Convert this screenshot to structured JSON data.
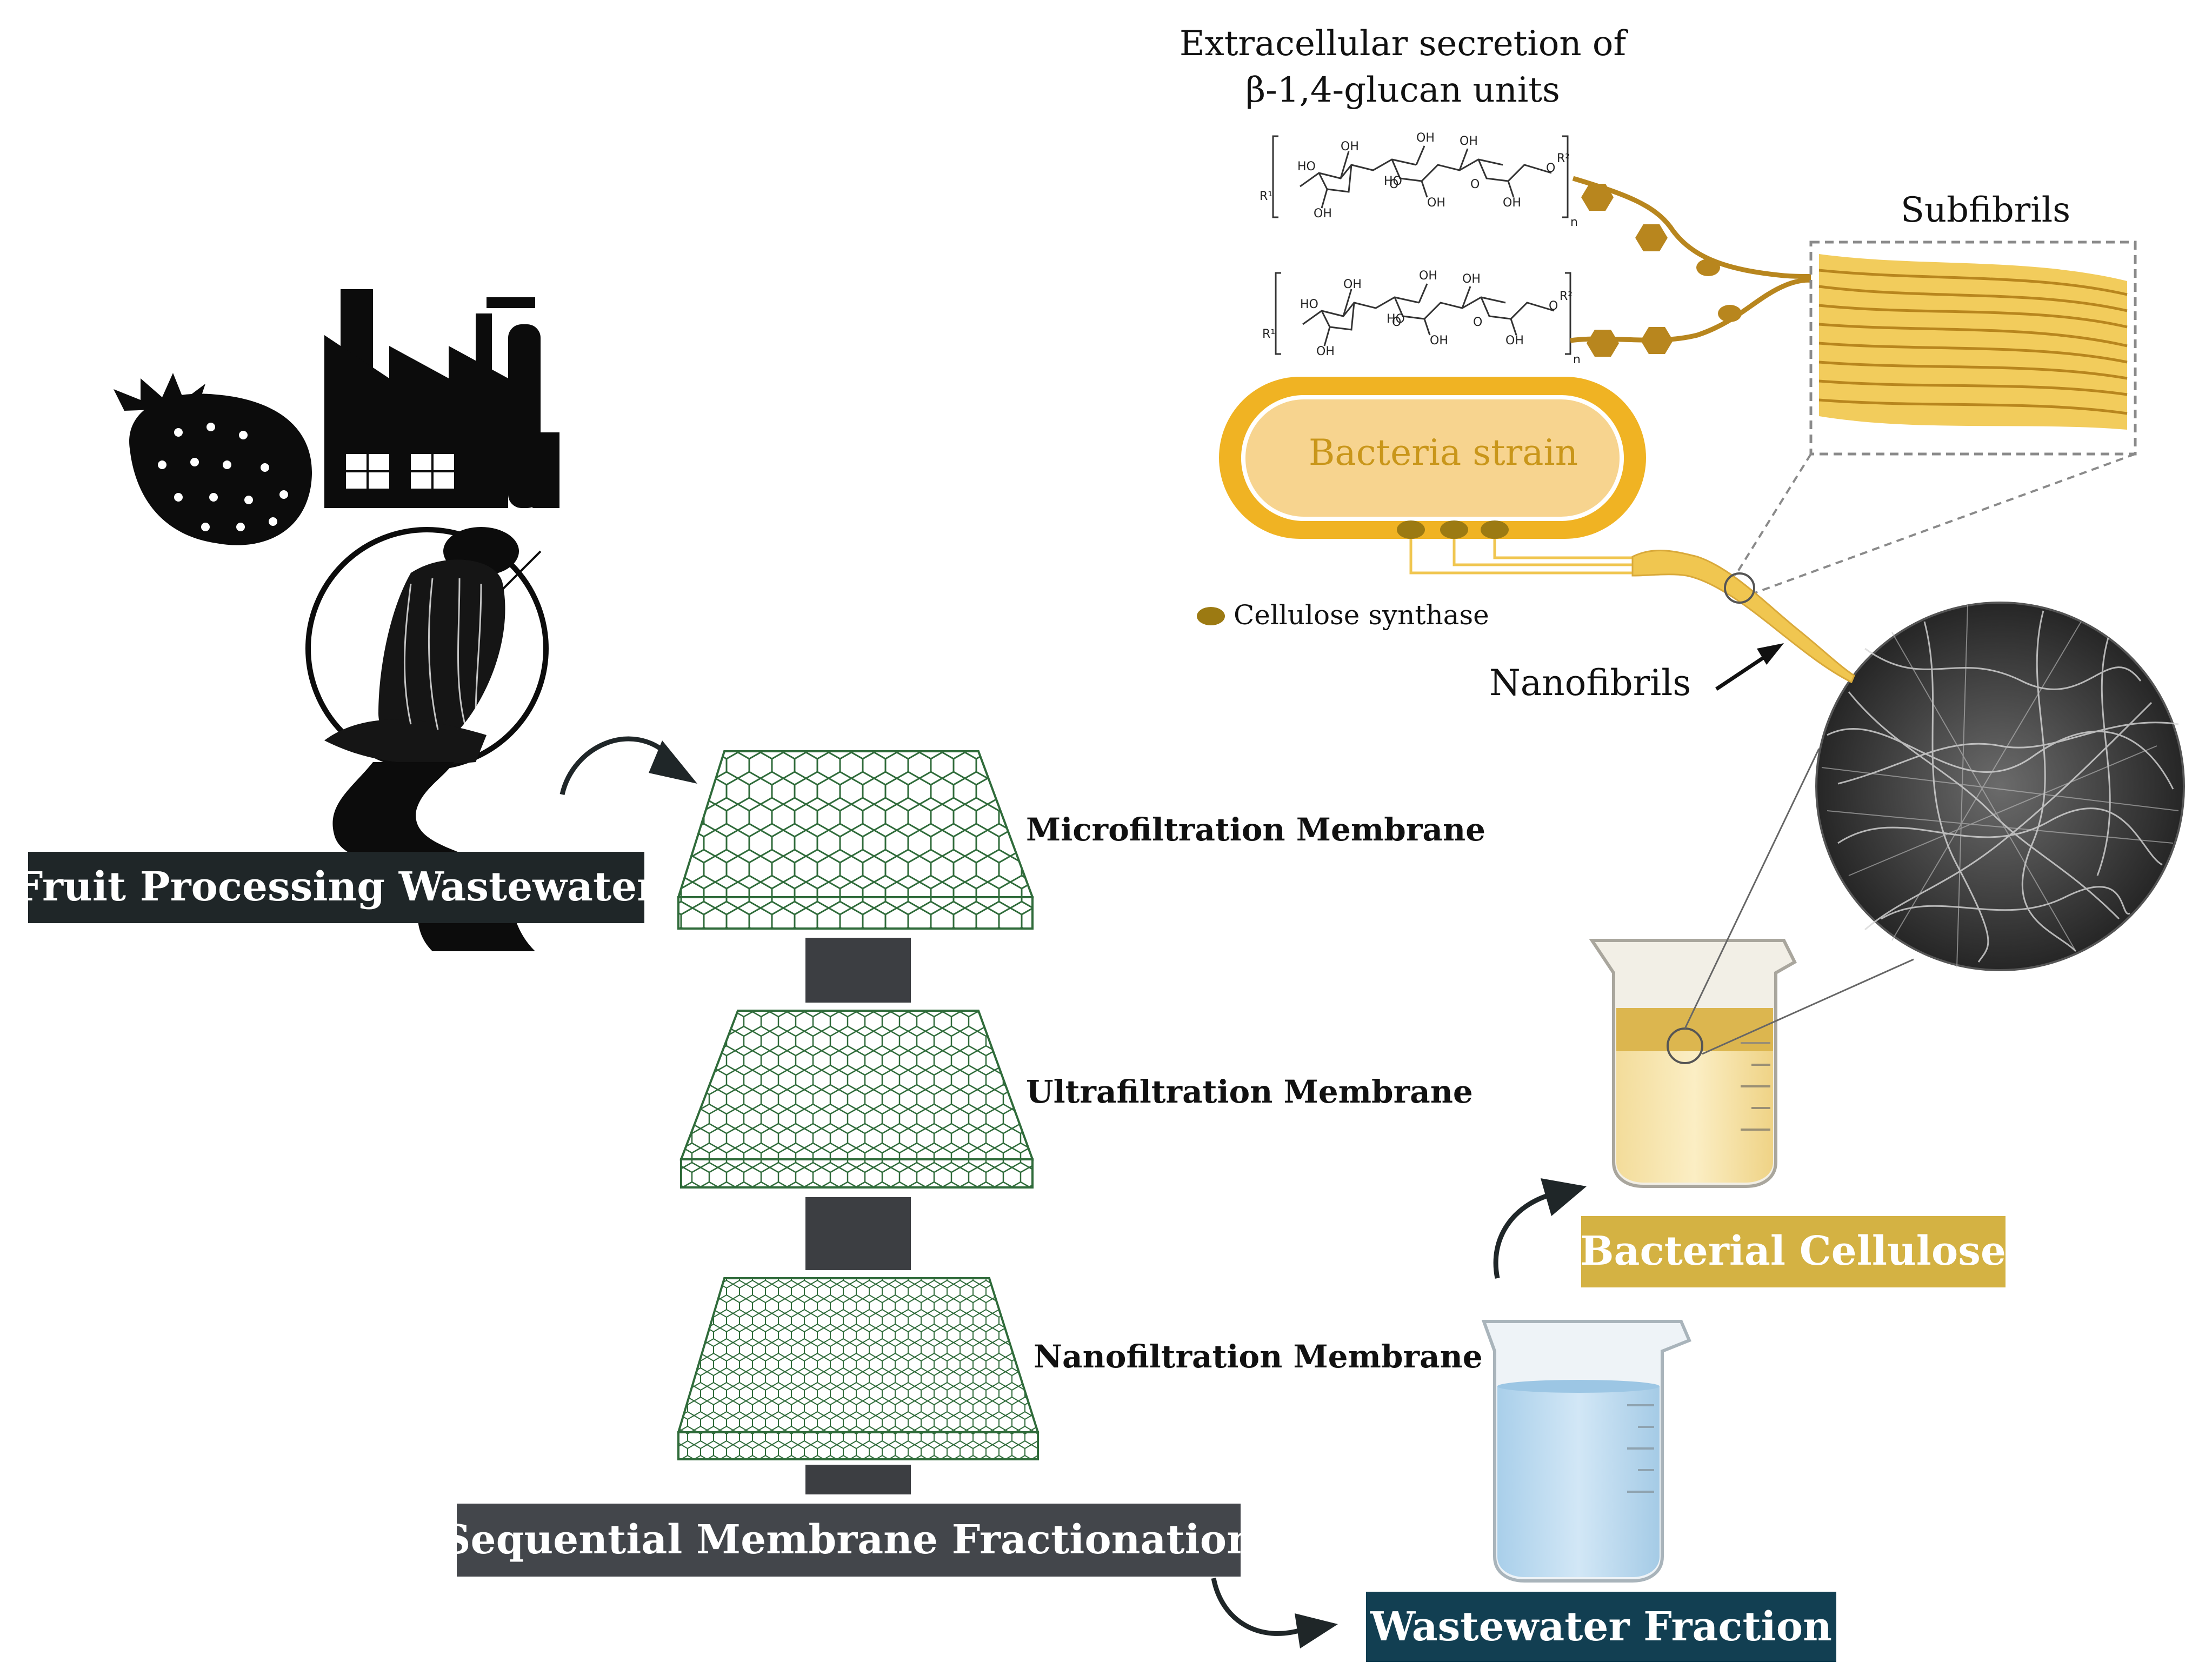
{
  "colors": {
    "dark": "#1f2628",
    "grey_box": "#43464b",
    "membrane": "#2f6b3a",
    "gold": "#f0b323",
    "gold_light": "#f7d48f",
    "gold_text": "#c9961a",
    "fibril": "#b8861e",
    "synthase": "#9c7a12",
    "cellulose_box": "#d4b243",
    "wastewater_box": "#123f52",
    "water": "#bfdcf0"
  },
  "labels": {
    "fruit_processing": "Fruit Processing Wastewater",
    "microfiltration": "Microfiltration Membrane",
    "ultrafiltration": "Ultrafiltration Membrane",
    "nanofiltration": "Nanofiltration Membrane",
    "sequential": "Sequential Membrane Fractionation",
    "wastewater_fraction": "Wastewater Fraction",
    "bacterial_cellulose": "Bacterial Cellulose",
    "extracellular_line1": "Extracellular secretion of",
    "extracellular_line2": "β-1,4-glucan units",
    "subfibrils": "Subfibrils",
    "bacteria_strain": "Bacteria strain",
    "cellulose_synthase": "Cellulose synthase",
    "nanofibrils": "Nanofibrils"
  },
  "chem": {
    "oh": "OH",
    "ho": "HO",
    "o": "O",
    "r1": "R¹",
    "r2": "R²",
    "n": "n"
  },
  "icons": [
    "strawberry-icon",
    "factory-icon",
    "pouring-wastewater-icon",
    "curved-arrow-icon",
    "beaker-icon",
    "sem-micrograph"
  ]
}
